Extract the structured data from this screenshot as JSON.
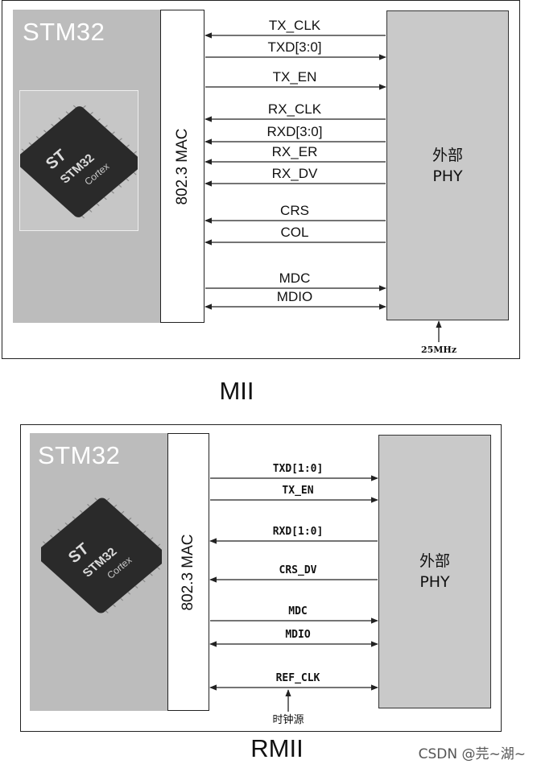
{
  "mii": {
    "stm_label": "STM32",
    "mac_label": "802.3 MAC",
    "phy_line1": "外部",
    "phy_line2": "PHY",
    "caption": "MII",
    "clock_label": "25MHz",
    "signals": [
      {
        "name": "TX_CLK",
        "dir": "to-mac"
      },
      {
        "name": "TXD[3:0]",
        "dir": "to-phy"
      },
      {
        "name": "TX_EN",
        "dir": "to-phy"
      },
      {
        "name": "RX_CLK",
        "dir": "to-mac"
      },
      {
        "name": "RXD[3:0]",
        "dir": "to-mac"
      },
      {
        "name": "RX_ER",
        "dir": "to-mac"
      },
      {
        "name": "RX_DV",
        "dir": "to-mac"
      },
      {
        "name": "CRS",
        "dir": "to-mac"
      },
      {
        "name": "COL",
        "dir": "to-mac"
      },
      {
        "name": "MDC",
        "dir": "to-phy"
      },
      {
        "name": "MDIO",
        "dir": "both"
      }
    ]
  },
  "rmii": {
    "stm_label": "STM32",
    "mac_label": "802.3 MAC",
    "phy_line1": "外部",
    "phy_line2": "PHY",
    "caption": "RMII",
    "clock_label": "时钟源",
    "signals": [
      {
        "name": "TXD[1:0]",
        "dir": "to-phy"
      },
      {
        "name": "TX_EN",
        "dir": "to-phy"
      },
      {
        "name": "RXD[1:0]",
        "dir": "to-mac"
      },
      {
        "name": "CRS_DV",
        "dir": "to-mac"
      },
      {
        "name": "MDC",
        "dir": "to-phy"
      },
      {
        "name": "MDIO",
        "dir": "both"
      },
      {
        "name": "REF_CLK",
        "dir": "both"
      }
    ]
  },
  "chip": {
    "brand": "ST",
    "model": "STM32",
    "family": "Cortex"
  },
  "watermark": "CSDN @芫~湖~"
}
